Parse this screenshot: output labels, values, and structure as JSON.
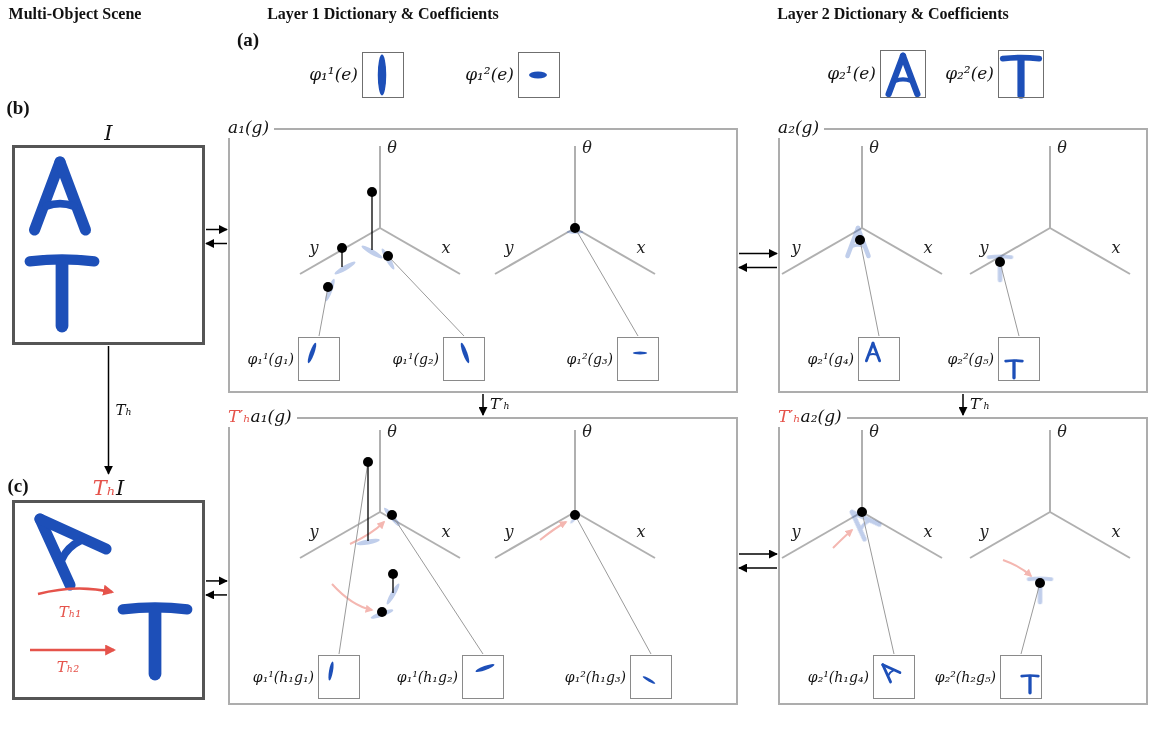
{
  "diagram": {
    "nodes": [
      {
        "text": [
          "φ₁¹(e)"
        ]
      },
      {
        "text": [
          "φ₁²(e)"
        ]
      },
      {
        "text": [
          "φ₂¹(e)"
        ]
      },
      {
        "text": [
          "φ₂²(e)"
        ]
      },
      {
        "text": [
          "I"
        ]
      },
      {
        "text": [
          "a₁(g)"
        ]
      },
      {
        "text": [
          "φ₁¹(g₁)"
        ],
        "in": 5
      },
      {
        "text": [
          "φ₁¹(g₂)"
        ],
        "in": 5
      },
      {
        "text": [
          "φ₁²(g₃)"
        ],
        "in": 5
      },
      {
        "text": [
          "a₂(g)"
        ]
      },
      {
        "text": [
          "φ₂¹(g₄)"
        ],
        "in": 9
      },
      {
        "text": [
          "φ₂²(g₅)"
        ],
        "in": 9
      },
      {
        "text": [
          "Tₕ",
          "I"
        ]
      },
      {
        "text": [
          "T′ₕ",
          "a₁(g)"
        ]
      },
      {
        "text": [
          "φ₁¹(h₁g₁)"
        ],
        "in": 13
      },
      {
        "text": [
          "φ₁¹(h₁g₂)"
        ],
        "in": 13
      },
      {
        "text": [
          "φ₁²(h₁g₃)"
        ],
        "in": 13
      },
      {
        "text": [
          "T′ₕ",
          "a₂(g)"
        ]
      },
      {
        "text": [
          "φ₂¹(h₁g₄)"
        ],
        "in": 17
      },
      {
        "text": [
          "φ₂²(h₂g₅)"
        ],
        "in": 17
      }
    ],
    "edges": [
      {
        "from": 4,
        "to": 5,
        "arrow": "to"
      },
      {
        "from": 5,
        "to": 4,
        "arrow": "to"
      },
      {
        "from": 5,
        "to": 9,
        "arrow": "to"
      },
      {
        "from": 9,
        "to": 5,
        "arrow": "to"
      },
      {
        "from": 4,
        "to": 12,
        "label": "Tₕ",
        "arrow": "to"
      },
      {
        "from": 5,
        "to": 13,
        "label": "T′ₕ",
        "arrow": "to"
      },
      {
        "from": 9,
        "to": 17,
        "label": "T′ₕ",
        "arrow": "to"
      },
      {
        "from": 12,
        "to": 13,
        "arrow": "to"
      },
      {
        "from": 13,
        "to": 12,
        "arrow": "to"
      },
      {
        "from": 13,
        "to": 17,
        "arrow": "to"
      },
      {
        "from": 17,
        "to": 13,
        "arrow": "to"
      }
    ],
    "labels": [
      "Multi-Object Scene",
      "Layer 1 Dictionary & Coefficients",
      "Layer 2 Dictionary & Coefficients",
      "(a)",
      "(b)",
      "(c)",
      "θ",
      "y",
      "x",
      "θ",
      "y",
      "x",
      "θ",
      "y",
      "x",
      "θ",
      "y",
      "x",
      "θ",
      "y",
      "x",
      "θ",
      "y",
      "x",
      "θ",
      "y",
      "x",
      "θ",
      "y",
      "x",
      "Tₕ₁",
      "Tₕ₂"
    ]
  }
}
